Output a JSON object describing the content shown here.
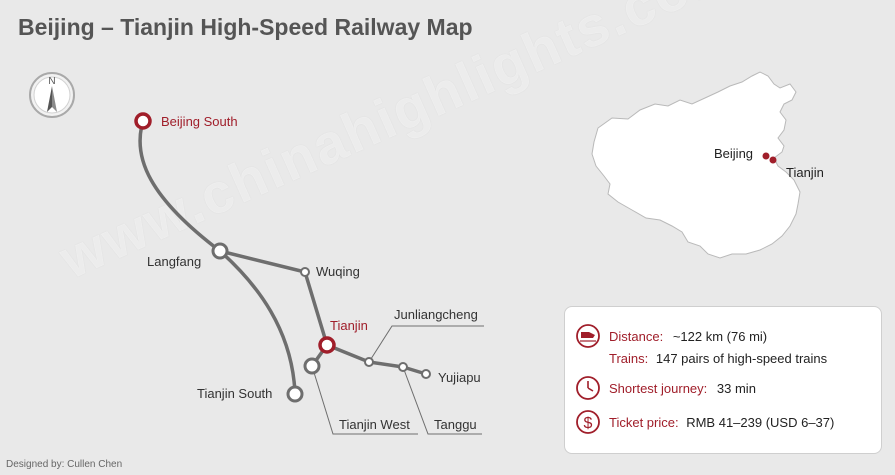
{
  "title": "Beijing – Tianjin High-Speed Railway Map",
  "credit": "Designed by: Cullen Chen",
  "watermark": "www.chinahighlights.com",
  "compass": {
    "letter": "N",
    "icon": "compass-icon"
  },
  "colors": {
    "accent": "#a01e2a",
    "line": "#6e6e6e",
    "background": "#e9e9e9"
  },
  "stations": {
    "beijing_south": "Beijing South",
    "langfang": "Langfang",
    "wuqing": "Wuqing",
    "tianjin": "Tianjin",
    "tianjin_south": "Tianjin South",
    "tianjin_west": "Tianjin West",
    "junliangcheng": "Junliangcheng",
    "yujiapu": "Yujiapu",
    "tanggu": "Tanggu"
  },
  "inset_map": {
    "beijing": "Beijing",
    "tianjin": "Tianjin"
  },
  "info": {
    "distance_label": "Distance:",
    "distance_value": "~122 km (76 mi)",
    "trains_label": "Trains:",
    "trains_value": "147 pairs of high-speed trains",
    "journey_label": "Shortest journey:",
    "journey_value": "33 min",
    "price_label": "Ticket price:",
    "price_value": "RMB 41–239 (USD 6–37)",
    "icons": [
      "train-icon",
      "clock-icon",
      "dollar-icon"
    ]
  }
}
